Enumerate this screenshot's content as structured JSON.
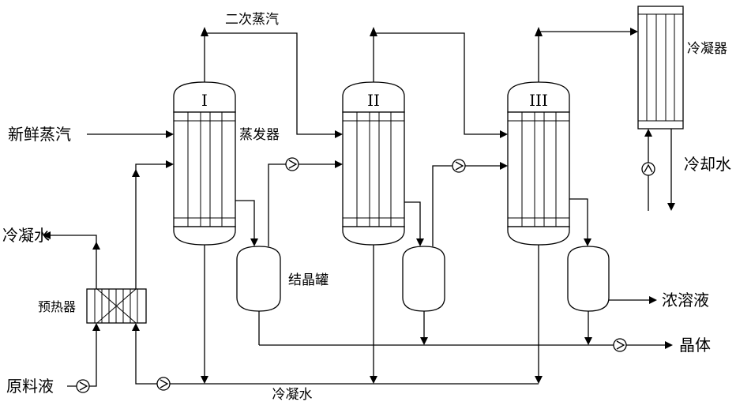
{
  "labels": {
    "secondary_steam": "二次蒸汽",
    "fresh_steam": "新鲜蒸汽",
    "evaporator": "蒸发器",
    "condenser": "冷凝器",
    "cooling_water": "冷却水",
    "condensate_out": "冷凝水",
    "preheater": "预热器",
    "crystallizer": "结晶罐",
    "concentrate": "浓溶液",
    "crystal": "晶体",
    "feed": "原料液",
    "condensate_bottom": "冷凝水"
  },
  "effects": [
    "I",
    "II",
    "III"
  ]
}
